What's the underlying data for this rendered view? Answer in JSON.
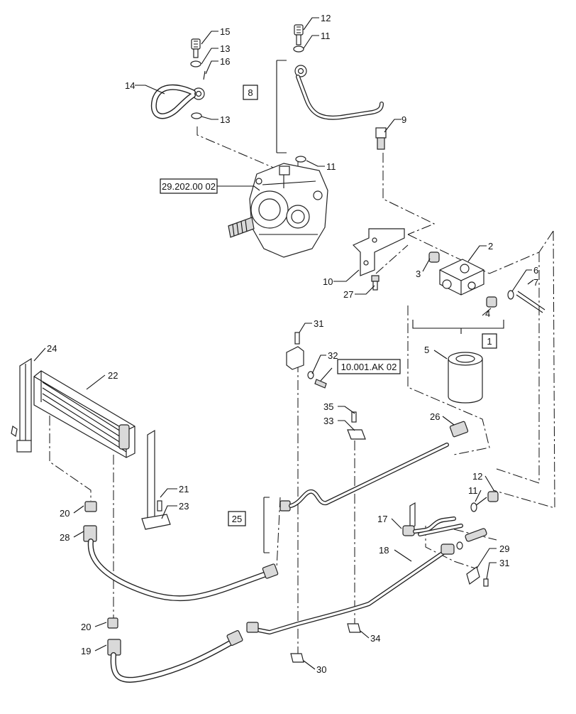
{
  "callouts": [
    {
      "key": "c15",
      "label": "15"
    },
    {
      "key": "c13a",
      "label": "13"
    },
    {
      "key": "c16",
      "label": "16"
    },
    {
      "key": "c14",
      "label": "14"
    },
    {
      "key": "c13b",
      "label": "13"
    },
    {
      "key": "c12a",
      "label": "12"
    },
    {
      "key": "c11a",
      "label": "11"
    },
    {
      "key": "c9",
      "label": "9"
    },
    {
      "key": "c11b",
      "label": "11"
    },
    {
      "key": "c2",
      "label": "2"
    },
    {
      "key": "c3",
      "label": "3"
    },
    {
      "key": "c10",
      "label": "10"
    },
    {
      "key": "c27",
      "label": "27"
    },
    {
      "key": "c6",
      "label": "6"
    },
    {
      "key": "c7",
      "label": "7"
    },
    {
      "key": "c4",
      "label": "4"
    },
    {
      "key": "c5",
      "label": "5"
    },
    {
      "key": "c31a",
      "label": "31"
    },
    {
      "key": "c32",
      "label": "32"
    },
    {
      "key": "c24",
      "label": "24"
    },
    {
      "key": "c22",
      "label": "22"
    },
    {
      "key": "c35",
      "label": "35"
    },
    {
      "key": "c33",
      "label": "33"
    },
    {
      "key": "c26",
      "label": "26"
    },
    {
      "key": "c12b",
      "label": "12"
    },
    {
      "key": "c11c",
      "label": "11"
    },
    {
      "key": "c21",
      "label": "21"
    },
    {
      "key": "c23",
      "label": "23"
    },
    {
      "key": "c20a",
      "label": "20"
    },
    {
      "key": "c28",
      "label": "28"
    },
    {
      "key": "c17",
      "label": "17"
    },
    {
      "key": "c18",
      "label": "18"
    },
    {
      "key": "c29",
      "label": "29"
    },
    {
      "key": "c31b",
      "label": "31"
    },
    {
      "key": "c20b",
      "label": "20"
    },
    {
      "key": "c19",
      "label": "19"
    },
    {
      "key": "c34",
      "label": "34"
    },
    {
      "key": "c30",
      "label": "30"
    }
  ],
  "boxes": [
    {
      "key": "b8",
      "label": "8"
    },
    {
      "key": "b1",
      "label": "1"
    },
    {
      "key": "b25",
      "label": "25"
    },
    {
      "key": "ref_29",
      "label": "29.202.00 02"
    },
    {
      "key": "ref_10",
      "label": "10.001.AK 02"
    }
  ]
}
